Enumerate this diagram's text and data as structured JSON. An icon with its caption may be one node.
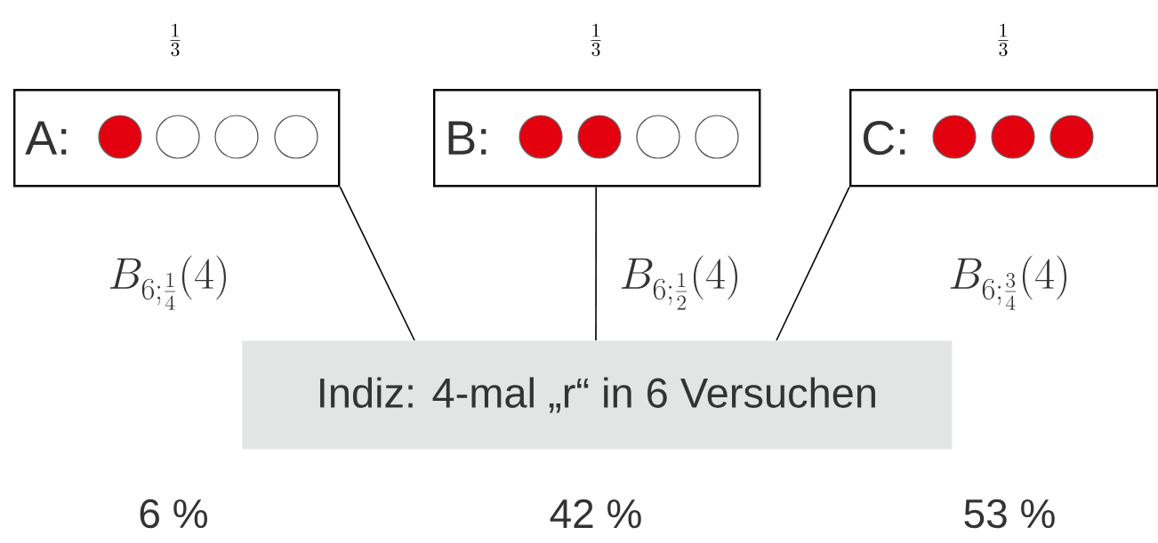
{
  "diagram": {
    "nodes": [
      {
        "text": [
          "A:"
        ],
        "beside": [
          "\\frac{1}{3}"
        ]
      },
      {
        "text": [
          "B:"
        ],
        "beside": [
          "\\frac{1}{3}"
        ]
      },
      {
        "text": [
          "C:"
        ],
        "beside": [
          "\\frac{1}{3}"
        ]
      },
      {
        "text": [
          "Indiz: 4-mal „r“ in 6 Versuchen"
        ]
      }
    ],
    "edges": [
      {
        "from": 0,
        "to": 3,
        "arrow": "none"
      },
      {
        "from": 1,
        "to": 3,
        "arrow": "none"
      },
      {
        "from": 2,
        "to": 3,
        "arrow": "none"
      }
    ],
    "labels": [
      "B_{6;\\frac{1}{4}}(4)",
      "B_{6;\\frac{1}{2}}(4)",
      "B_{6;\\frac{3}{4}}(4)",
      "6 %",
      "42 %",
      "53 %"
    ]
  }
}
